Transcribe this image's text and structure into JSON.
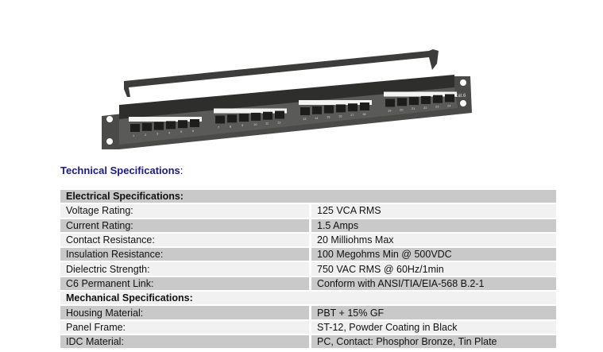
{
  "title": "Technical Specifications",
  "title_suffix": ":",
  "image_label": "Cat.6",
  "port_numbers": [
    "1",
    "2",
    "3",
    "4",
    "5",
    "6",
    "7",
    "8",
    "9",
    "10",
    "11",
    "12",
    "13",
    "14",
    "15",
    "16",
    "17",
    "18",
    "19",
    "20",
    "21",
    "22",
    "23",
    "24"
  ],
  "sections": [
    {
      "heading": "Electrical Specifications:",
      "rows": [
        {
          "label": "Voltage Rating:",
          "value": "125 VCA RMS"
        },
        {
          "label": "Current Rating:",
          "value": "1.5 Amps"
        },
        {
          "label": "Contact Resistance:",
          "value": "20 Milliohms Max"
        },
        {
          "label": "Insulation Resistance:",
          "value": "100 Megohms Min @ 500VDC"
        },
        {
          "label": "Dielectric Strength:",
          "value": "750 VAC RMS @ 60Hz/1min"
        },
        {
          "label": "C6 Permanent Link:",
          "value": "Conform with ANSI/TIA/EIA-568 B.2-1"
        }
      ]
    },
    {
      "heading": "Mechanical Specifications:",
      "rows": [
        {
          "label": "Housing Material:",
          "value": "PBT + 15% GF"
        },
        {
          "label": "Panel Frame:",
          "value": "ST-12, Powder Coating in Black"
        },
        {
          "label": "IDC Material:",
          "value": "PC, Contact: Phosphor Bronze, Tin Plate"
        }
      ]
    }
  ]
}
